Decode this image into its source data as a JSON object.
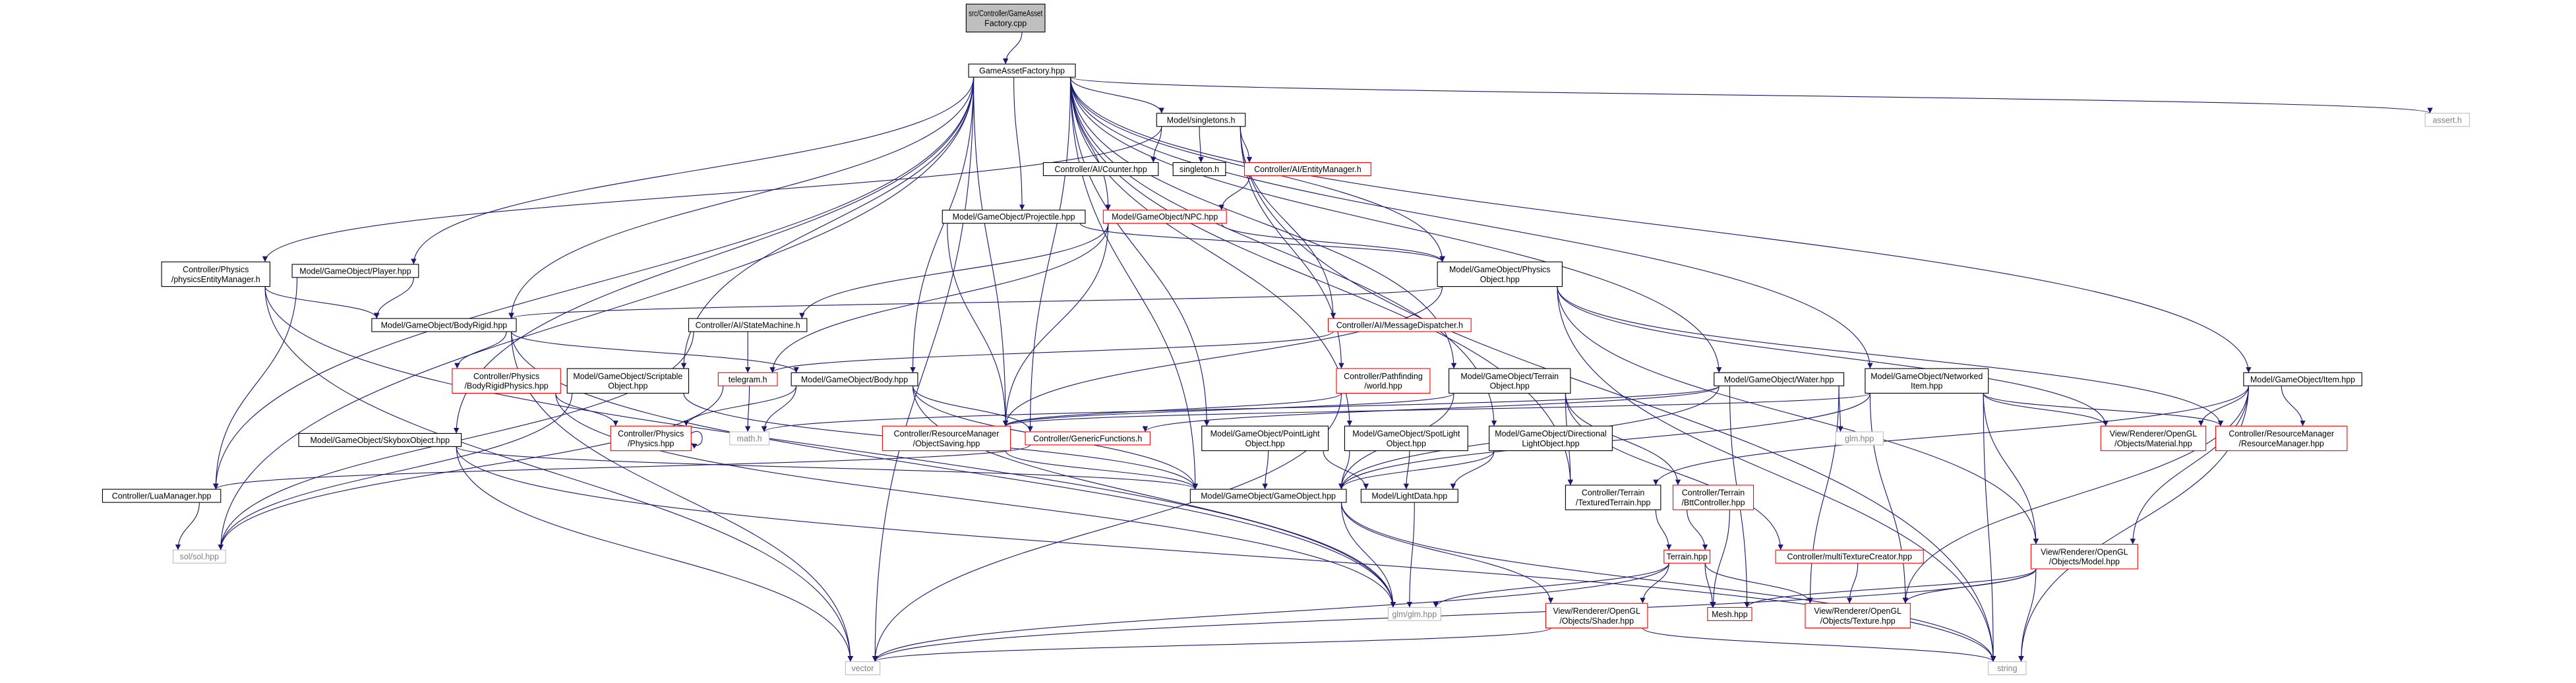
{
  "graph": {
    "edge_color": "#191970",
    "default_fill": "#ffffff",
    "default_text_color": "#000000",
    "nodes": [
      {
        "lines": [
          "src/Controller/GameAsset",
          "Factory.cpp"
        ],
        "border": "#000000",
        "fill": "#bfbfbf"
      },
      {
        "lines": [
          "GameAssetFactory.hpp"
        ],
        "border": "#000000"
      },
      {
        "lines": [
          "Model/singletons.h"
        ],
        "border": "#000000"
      },
      {
        "lines": [
          "assert.h"
        ],
        "border": "#bfbfbf",
        "text_color": "#808080"
      },
      {
        "lines": [
          "Controller/AI/Counter.hpp"
        ],
        "border": "#000000"
      },
      {
        "lines": [
          "singleton.h"
        ],
        "border": "#000000"
      },
      {
        "lines": [
          "Controller/AI/EntityManager.h"
        ],
        "border": "#ff0000"
      },
      {
        "lines": [
          "Model/GameObject/Projectile.hpp"
        ],
        "border": "#000000"
      },
      {
        "lines": [
          "Model/GameObject/NPC.hpp"
        ],
        "border": "#ff0000"
      },
      {
        "lines": [
          "Controller/Physics",
          "/physicsEntityManager.h"
        ],
        "border": "#000000"
      },
      {
        "lines": [
          "Model/GameObject/Player.hpp"
        ],
        "border": "#000000"
      },
      {
        "lines": [
          "Model/GameObject/Physics",
          "Object.hpp"
        ],
        "border": "#000000"
      },
      {
        "lines": [
          "Model/GameObject/BodyRigid.hpp"
        ],
        "border": "#000000"
      },
      {
        "lines": [
          "Controller/AI/StateMachine.h"
        ],
        "border": "#000000"
      },
      {
        "lines": [
          "Controller/AI/MessageDispatcher.h"
        ],
        "border": "#ff0000"
      },
      {
        "lines": [
          "Controller/Physics",
          "/BodyRigidPhysics.hpp"
        ],
        "border": "#ff0000"
      },
      {
        "lines": [
          "Model/GameObject/Scriptable",
          "Object.hpp"
        ],
        "border": "#000000"
      },
      {
        "lines": [
          "telegram.h"
        ],
        "border": "#ff0000"
      },
      {
        "lines": [
          "Model/GameObject/Body.hpp"
        ],
        "border": "#000000"
      },
      {
        "lines": [
          "Controller/Pathfinding",
          "/world.hpp"
        ],
        "border": "#ff0000"
      },
      {
        "lines": [
          "Model/GameObject/Terrain",
          "Object.hpp"
        ],
        "border": "#000000"
      },
      {
        "lines": [
          "Model/GameObject/Water.hpp"
        ],
        "border": "#000000"
      },
      {
        "lines": [
          "Model/GameObject/Networked",
          "Item.hpp"
        ],
        "border": "#000000"
      },
      {
        "lines": [
          "Model/GameObject/Item.hpp"
        ],
        "border": "#000000"
      },
      {
        "lines": [
          "Controller/Physics",
          "/Physics.hpp"
        ],
        "border": "#ff0000"
      },
      {
        "lines": [
          "math.h"
        ],
        "border": "#bfbfbf",
        "text_color": "#808080"
      },
      {
        "lines": [
          "Controller/ResourceManager",
          "/ObjectSaving.hpp"
        ],
        "border": "#ff0000"
      },
      {
        "lines": [
          "Controller/GenericFunctions.h"
        ],
        "border": "#ff0000"
      },
      {
        "lines": [
          "Model/GameObject/PointLight",
          "Object.hpp"
        ],
        "border": "#000000"
      },
      {
        "lines": [
          "Model/GameObject/SpotLight",
          "Object.hpp"
        ],
        "border": "#000000"
      },
      {
        "lines": [
          "Model/GameObject/Directional",
          "LightObject.hpp"
        ],
        "border": "#000000"
      },
      {
        "lines": [
          "glm.hpp"
        ],
        "border": "#bfbfbf",
        "text_color": "#808080"
      },
      {
        "lines": [
          "View/Renderer/OpenGL",
          "/Objects/Material.hpp"
        ],
        "border": "#ff0000"
      },
      {
        "lines": [
          "Controller/ResourceManager",
          "/ResourceManager.hpp"
        ],
        "border": "#ff0000"
      },
      {
        "lines": [
          "Model/GameObject/SkyboxObject.hpp"
        ],
        "border": "#000000"
      },
      {
        "lines": [
          "Controller/LuaManager.hpp"
        ],
        "border": "#000000"
      },
      {
        "lines": [
          "Model/GameObject/GameObject.hpp"
        ],
        "border": "#000000"
      },
      {
        "lines": [
          "Model/LightData.hpp"
        ],
        "border": "#000000"
      },
      {
        "lines": [
          "Controller/Terrain",
          "/TexturedTerrain.hpp"
        ],
        "border": "#000000"
      },
      {
        "lines": [
          "Controller/Terrain",
          "/BttController.hpp"
        ],
        "border": "#ff0000"
      },
      {
        "lines": [
          "sol/sol.hpp"
        ],
        "border": "#bfbfbf",
        "text_color": "#808080"
      },
      {
        "lines": [
          "Terrain.hpp"
        ],
        "border": "#ff0000"
      },
      {
        "lines": [
          "Controller/multiTextureCreator.hpp"
        ],
        "border": "#ff0000"
      },
      {
        "lines": [
          "View/Renderer/OpenGL",
          "/Objects/Model.hpp"
        ],
        "border": "#ff0000"
      },
      {
        "lines": [
          "glm/glm.hpp"
        ],
        "border": "#bfbfbf",
        "text_color": "#808080"
      },
      {
        "lines": [
          "View/Renderer/OpenGL",
          "/Objects/Shader.hpp"
        ],
        "border": "#ff0000"
      },
      {
        "lines": [
          "Mesh.hpp"
        ],
        "border": "#ff0000"
      },
      {
        "lines": [
          "View/Renderer/OpenGL",
          "/Objects/Texture.hpp"
        ],
        "border": "#ff0000"
      },
      {
        "lines": [
          "vector"
        ],
        "border": "#bfbfbf",
        "text_color": "#808080"
      },
      {
        "lines": [
          "string"
        ],
        "border": "#bfbfbf",
        "text_color": "#808080"
      }
    ],
    "edges": [
      [
        0,
        1
      ],
      [
        1,
        2
      ],
      [
        1,
        3
      ],
      [
        1,
        10
      ],
      [
        1,
        12
      ],
      [
        1,
        35
      ],
      [
        1,
        40
      ],
      [
        1,
        34
      ],
      [
        1,
        7
      ],
      [
        1,
        8
      ],
      [
        1,
        11
      ],
      [
        1,
        16
      ],
      [
        1,
        18
      ],
      [
        1,
        26
      ],
      [
        1,
        36
      ],
      [
        1,
        20
      ],
      [
        1,
        21
      ],
      [
        1,
        22
      ],
      [
        1,
        23
      ],
      [
        1,
        28
      ],
      [
        1,
        29
      ],
      [
        1,
        30
      ],
      [
        1,
        38
      ],
      [
        1,
        48
      ],
      [
        1,
        27
      ],
      [
        2,
        9
      ],
      [
        2,
        4
      ],
      [
        2,
        5
      ],
      [
        2,
        6
      ],
      [
        2,
        14
      ],
      [
        2,
        19
      ],
      [
        2,
        49
      ],
      [
        6,
        8
      ],
      [
        7,
        11
      ],
      [
        7,
        26
      ],
      [
        8,
        11
      ],
      [
        8,
        13
      ],
      [
        8,
        17
      ],
      [
        8,
        26
      ],
      [
        9,
        12
      ],
      [
        9,
        44
      ],
      [
        9,
        48
      ],
      [
        10,
        12
      ],
      [
        10,
        35
      ],
      [
        11,
        12
      ],
      [
        11,
        26
      ],
      [
        11,
        32
      ],
      [
        11,
        33
      ],
      [
        11,
        43
      ],
      [
        11,
        49
      ],
      [
        12,
        15
      ],
      [
        12,
        18
      ],
      [
        12,
        44
      ],
      [
        12,
        48
      ],
      [
        13,
        17
      ],
      [
        13,
        40
      ],
      [
        14,
        17
      ],
      [
        15,
        24
      ],
      [
        15,
        44
      ],
      [
        16,
        36
      ],
      [
        16,
        40
      ],
      [
        17,
        25
      ],
      [
        17,
        40
      ],
      [
        18,
        24
      ],
      [
        18,
        36
      ],
      [
        18,
        27
      ],
      [
        18,
        44
      ],
      [
        18,
        25
      ],
      [
        19,
        26
      ],
      [
        19,
        48
      ],
      [
        20,
        38
      ],
      [
        20,
        39
      ],
      [
        20,
        42
      ],
      [
        20,
        36
      ],
      [
        20,
        26
      ],
      [
        21,
        36
      ],
      [
        21,
        31
      ],
      [
        21,
        46
      ],
      [
        21,
        47
      ],
      [
        21,
        27
      ],
      [
        21,
        25
      ],
      [
        22,
        36
      ],
      [
        22,
        32
      ],
      [
        22,
        33
      ],
      [
        22,
        43
      ],
      [
        22,
        47
      ],
      [
        22,
        49
      ],
      [
        22,
        26
      ],
      [
        23,
        32
      ],
      [
        23,
        33
      ],
      [
        23,
        43
      ],
      [
        23,
        47
      ],
      [
        23,
        38
      ],
      [
        23,
        49
      ],
      [
        24,
        24
      ],
      [
        26,
        36
      ],
      [
        27,
        35
      ],
      [
        28,
        36
      ],
      [
        28,
        37
      ],
      [
        29,
        36
      ],
      [
        29,
        37
      ],
      [
        30,
        36
      ],
      [
        30,
        37
      ],
      [
        34,
        36
      ],
      [
        34,
        48
      ],
      [
        34,
        49
      ],
      [
        35,
        40
      ],
      [
        36,
        44
      ],
      [
        36,
        45
      ],
      [
        36,
        49
      ],
      [
        37,
        44
      ],
      [
        38,
        41
      ],
      [
        39,
        41
      ],
      [
        39,
        46
      ],
      [
        41,
        44
      ],
      [
        41,
        45
      ],
      [
        41,
        46
      ],
      [
        41,
        47
      ],
      [
        41,
        48
      ],
      [
        42,
        47
      ],
      [
        43,
        46
      ],
      [
        43,
        47
      ],
      [
        43,
        48
      ],
      [
        43,
        49
      ],
      [
        45,
        48
      ],
      [
        45,
        49
      ]
    ]
  }
}
